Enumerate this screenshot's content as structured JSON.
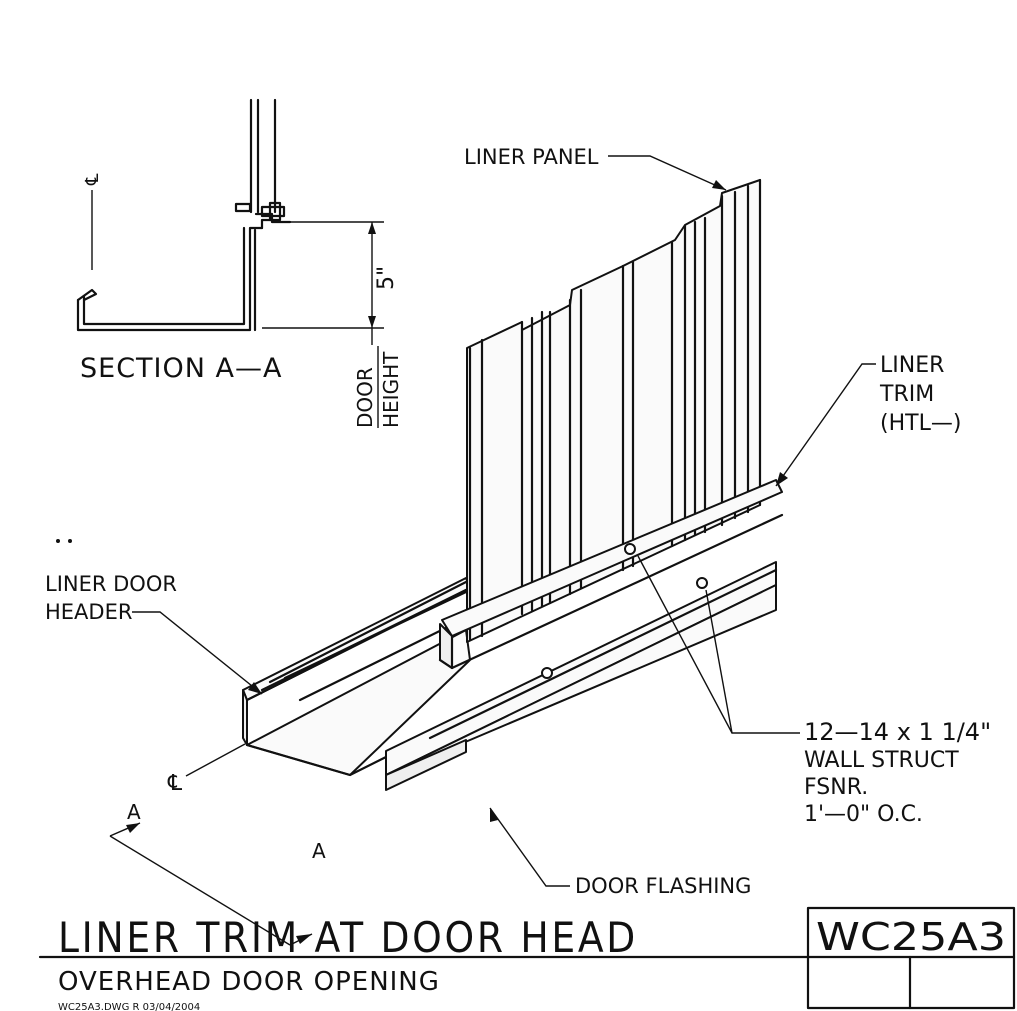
{
  "labels": {
    "liner_panel": "LINER PANEL",
    "section": "SECTION A—A",
    "dimension_5": "5\"",
    "door_height_line1": "DOOR",
    "door_height_line2": "HEIGHT",
    "liner_trim_line1": "LINER",
    "liner_trim_line2": "TRIM",
    "liner_trim_line3": "(HTL—)",
    "liner_door_header_line1": "LINER DOOR",
    "liner_door_header_line2": "HEADER",
    "fastener_line1": "12—14 x 1 1/4\"",
    "fastener_line2": "WALL STRUCT",
    "fastener_line3": "FSNR.",
    "fastener_line4": "1'—0\" O.C.",
    "door_flashing": "DOOR FLASHING",
    "section_cut_a_upper": "A",
    "section_cut_a_lower": "A",
    "centerline_symbol": "℄"
  },
  "title_block": {
    "main_title": "LINER TRIM AT DOOR HEAD",
    "subtitle": "OVERHEAD DOOR OPENING",
    "drawing_number": "WC25A3",
    "file_ref": "WC25A3.DWG    R 03/04/2004"
  }
}
